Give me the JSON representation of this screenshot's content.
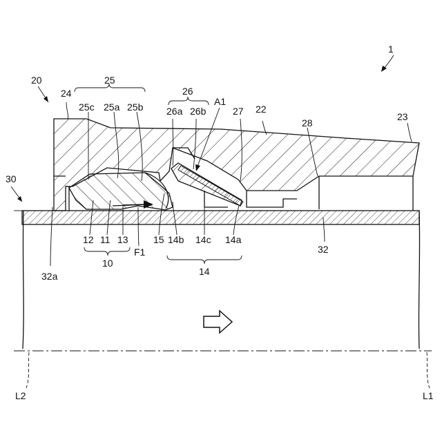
{
  "labels": {
    "n1": "1",
    "n20": "20",
    "n24": "24",
    "n25": "25",
    "n25c": "25c",
    "n25a": "25a",
    "n25b": "25b",
    "n26": "26",
    "n26a": "26a",
    "n26b": "26b",
    "A1": "A1",
    "n27": "27",
    "n22": "22",
    "n28": "28",
    "n23": "23",
    "n30": "30",
    "n12": "12",
    "n11": "11",
    "n13": "13",
    "F1": "F1",
    "n15": "15",
    "n14b": "14b",
    "n14c": "14c",
    "n14a": "14a",
    "n10": "10",
    "n14": "14",
    "n32": "32",
    "n32a": "32a",
    "L2": "L2",
    "L1": "L1"
  },
  "icons": {
    "flow_arrow": "hollow-right-arrow-icon",
    "force_arrow": "filled-arrow-icon"
  }
}
